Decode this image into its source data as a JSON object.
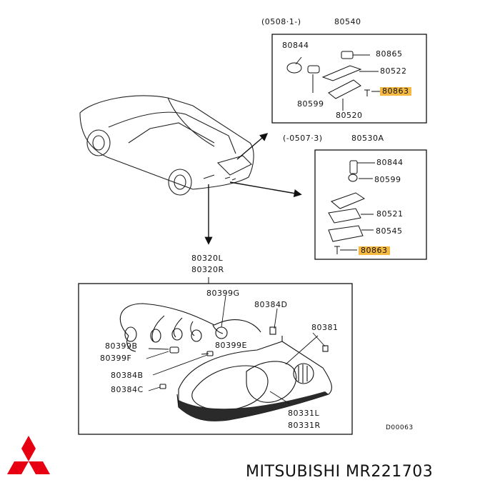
{
  "header": {
    "variant_top": "(0508·1-)",
    "part_top": "80540"
  },
  "box_top": {
    "p80844": "80844",
    "p80865": "80865",
    "p80522": "80522",
    "p80863": "80863",
    "p80599": "80599",
    "p80520": "80520"
  },
  "box_mid_header": {
    "variant": "(-0507·3)",
    "part": "80530A"
  },
  "box_mid": {
    "p80844": "80844",
    "p80599": "80599",
    "p80521": "80521",
    "p80545": "80545",
    "p80863": "80863"
  },
  "lamp_header": {
    "left": "80320L",
    "right": "80320R"
  },
  "box_bottom": {
    "p80399G": "80399G",
    "p80384D": "80384D",
    "p80381": "80381",
    "p80399B": "80399B",
    "p80399E": "80399E",
    "p80399F": "80399F",
    "p80384B": "80384B",
    "p80384C": "80384C",
    "p80331L": "80331L",
    "p80331R": "80331R",
    "code": "D00063"
  },
  "brand": {
    "text": "MITSUBISHI MR221703",
    "color": "#e60012"
  },
  "highlight_color": "#f5b942"
}
